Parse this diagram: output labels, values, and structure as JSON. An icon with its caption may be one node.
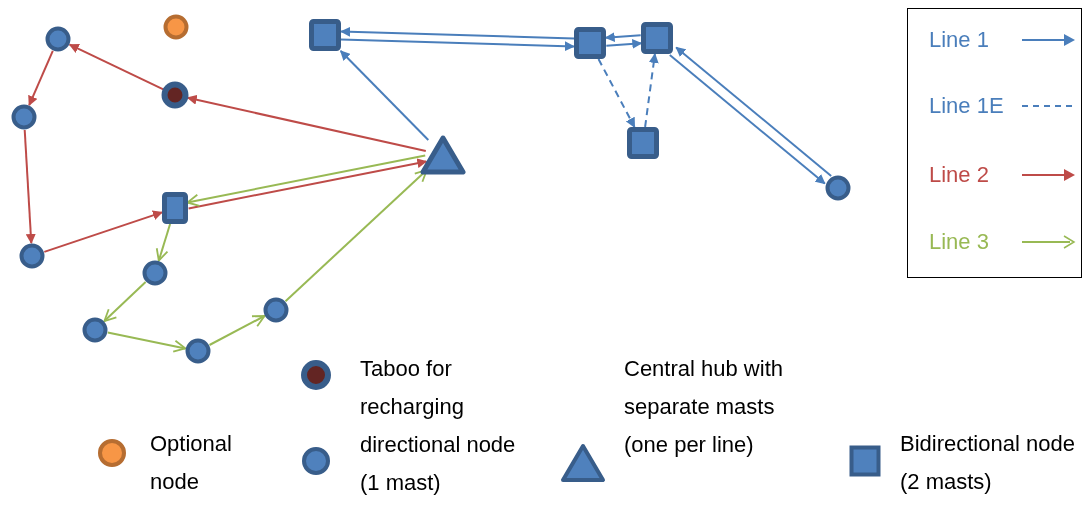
{
  "diagram": {
    "nodes": [
      {
        "text": [],
        "shape": "circle"
      },
      {
        "text": [],
        "shape": "circle"
      },
      {
        "text": [],
        "shape": "circle"
      },
      {
        "text": [],
        "shape": "circle"
      },
      {
        "text": [],
        "shape": "circle"
      },
      {
        "text": [],
        "shape": "box"
      },
      {
        "text": [],
        "shape": "triangle"
      },
      {
        "text": [],
        "shape": "circle"
      },
      {
        "text": [],
        "shape": "circle"
      },
      {
        "text": [],
        "shape": "circle"
      },
      {
        "text": [],
        "shape": "circle"
      },
      {
        "text": [],
        "shape": "box"
      },
      {
        "text": [],
        "shape": "box"
      },
      {
        "text": [],
        "shape": "box"
      },
      {
        "text": [],
        "shape": "box"
      },
      {
        "text": [],
        "shape": "circle"
      }
    ],
    "edges": [
      {
        "from": 6,
        "to": 2,
        "arrow": "to",
        "color": "#be4b48"
      },
      {
        "from": 2,
        "to": 1,
        "arrow": "to",
        "color": "#be4b48"
      },
      {
        "from": 1,
        "to": 3,
        "arrow": "to",
        "color": "#be4b48"
      },
      {
        "from": 3,
        "to": 4,
        "arrow": "to",
        "color": "#be4b48"
      },
      {
        "from": 4,
        "to": 5,
        "arrow": "to",
        "color": "#be4b48"
      },
      {
        "from": 5,
        "to": 6,
        "arrow": "to",
        "color": "#be4b48"
      },
      {
        "from": 6,
        "to": 5,
        "arrow": "to",
        "color": "#98b954"
      },
      {
        "from": 5,
        "to": 7,
        "arrow": "to",
        "color": "#98b954"
      },
      {
        "from": 7,
        "to": 8,
        "arrow": "to",
        "color": "#98b954"
      },
      {
        "from": 8,
        "to": 9,
        "arrow": "to",
        "color": "#98b954"
      },
      {
        "from": 9,
        "to": 10,
        "arrow": "to",
        "color": "#98b954"
      },
      {
        "from": 10,
        "to": 6,
        "arrow": "to",
        "color": "#98b954"
      },
      {
        "from": 6,
        "to": 11,
        "arrow": "to"
      },
      {
        "from": 12,
        "to": 11,
        "arrow": "to"
      },
      {
        "from": 11,
        "to": 12,
        "arrow": "to"
      },
      {
        "from": 12,
        "to": 13,
        "arrow": "to"
      },
      {
        "from": 13,
        "to": 12,
        "arrow": "to"
      },
      {
        "from": 13,
        "to": 15,
        "arrow": "to"
      },
      {
        "from": 15,
        "to": 13,
        "arrow": "to"
      },
      {
        "from": 12,
        "to": 14,
        "arrow": "to",
        "style": "dashed"
      },
      {
        "from": 14,
        "to": 13,
        "arrow": "to",
        "style": "dashed"
      }
    ],
    "labels": [
      "Optional node",
      "Taboo for recharging directional node (1 mast)",
      "Central hub with separate masts (one per line)",
      "Bidirectional node (2 masts)"
    ],
    "legend": [
      {
        "text": "Line 1"
      },
      {
        "text": "Line 1E"
      },
      {
        "text": "Line 2"
      },
      {
        "text": "Line 3"
      }
    ]
  }
}
